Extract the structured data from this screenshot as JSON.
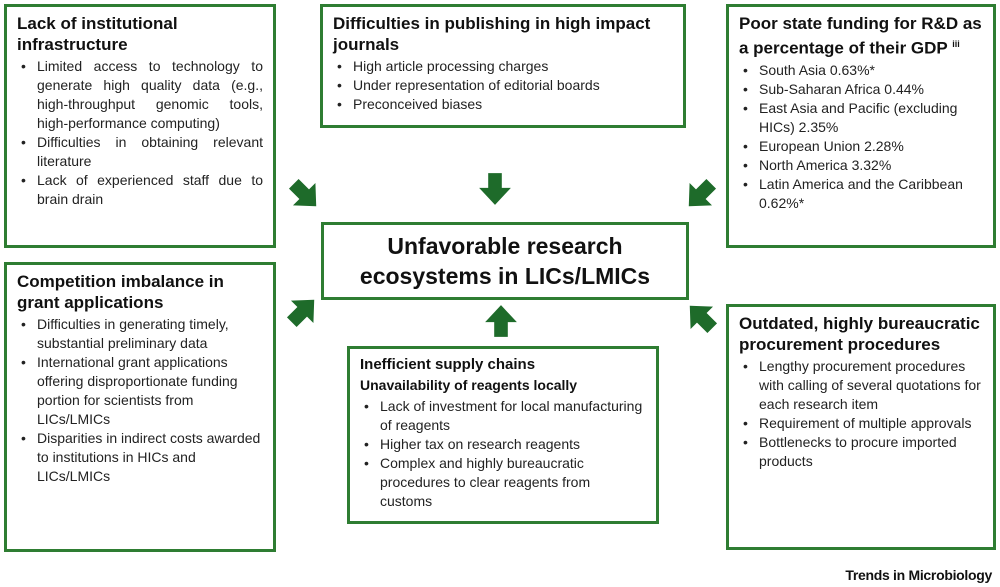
{
  "center": {
    "line1": "Unfavorable research",
    "line2": "ecosystems in LICs/LMICs"
  },
  "boxes": {
    "infrastructure": {
      "title": "Lack of institutional infrastructure",
      "items": [
        "Limited access to technology to generate high quality data (e.g., high-throughput genomic tools, high-performance computing)",
        "Difficulties in obtaining relevant literature",
        "Lack of experienced staff due to brain drain"
      ]
    },
    "publishing": {
      "title": "Difficulties in publishing in high impact journals",
      "items": [
        "High article processing charges",
        "Under representation of editorial boards",
        "Preconceived biases"
      ]
    },
    "funding": {
      "title": "Poor state funding for R&D as a percentage of their GDP",
      "superscript": "iii",
      "items": [
        "South Asia 0.63%*",
        "Sub-Saharan Africa 0.44%",
        "East Asia and Pacific (excluding HICs) 2.35%",
        "European Union 2.28%",
        "North America 3.32%",
        "Latin America and the Caribbean 0.62%*"
      ]
    },
    "grants": {
      "title": "Competition imbalance in grant applications",
      "items": [
        "Difficulties in generating timely, substantial preliminary data",
        "International grant applications offering disproportionate funding portion for scientists from LICs/LMICs",
        "Disparities in indirect costs awarded to institutions in HICs and LICs/LMICs"
      ]
    },
    "supply": {
      "title": "Inefficient supply chains",
      "subtitle": "Unavailability of reagents locally",
      "items": [
        "Lack of investment for local manufacturing of reagents",
        "Higher tax on research reagents",
        "Complex and highly bureaucratic procedures to clear reagents from customs"
      ]
    },
    "procurement": {
      "title": "Outdated, highly bureaucratic procurement procedures",
      "items": [
        "Lengthy procurement procedures with calling of several quotations for each research item",
        "Requirement of multiple approvals",
        "Bottlenecks to procure imported products"
      ]
    }
  },
  "credit": "Trends in Microbiology",
  "colors": {
    "border": "#2e7d32",
    "arrow": "#1e6b2a"
  }
}
